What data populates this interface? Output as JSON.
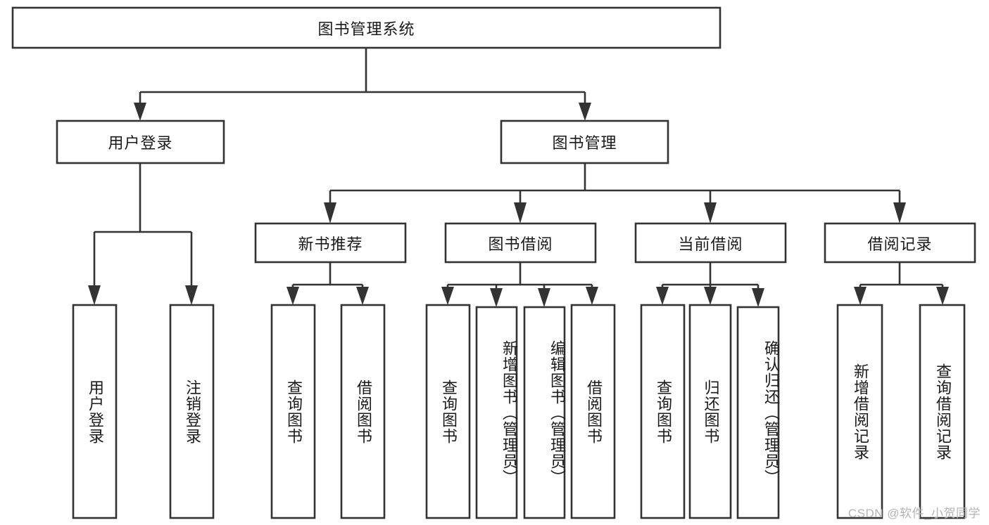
{
  "diagram": {
    "title": "图书管理系统",
    "type": "tree-hierarchy",
    "watermark": "CSDN @软件_小贺同学",
    "root": {
      "id": "root",
      "label": "图书管理系统",
      "orientation": "horizontal"
    },
    "level1": [
      {
        "id": "user-login",
        "label": "用户登录",
        "orientation": "horizontal"
      },
      {
        "id": "book-manage",
        "label": "图书管理",
        "orientation": "horizontal"
      }
    ],
    "level2": [
      {
        "id": "new-book-rec",
        "label": "新书推荐",
        "orientation": "horizontal",
        "parent": "book-manage"
      },
      {
        "id": "book-borrow",
        "label": "图书借阅",
        "orientation": "horizontal",
        "parent": "book-manage"
      },
      {
        "id": "current-borrow",
        "label": "当前借阅",
        "orientation": "horizontal",
        "parent": "book-manage"
      },
      {
        "id": "borrow-record",
        "label": "借阅记录",
        "orientation": "horizontal",
        "parent": "book-manage"
      }
    ],
    "leaves": [
      {
        "id": "leaf-user-login",
        "label": "用户登录",
        "orientation": "vertical",
        "parent": "user-login"
      },
      {
        "id": "leaf-logout",
        "label": "注销登录",
        "orientation": "vertical",
        "parent": "user-login"
      },
      {
        "id": "leaf-query-book-1",
        "label": "查询图书",
        "orientation": "vertical",
        "parent": "new-book-rec"
      },
      {
        "id": "leaf-borrow-book-1",
        "label": "借阅图书",
        "orientation": "vertical",
        "parent": "new-book-rec"
      },
      {
        "id": "leaf-query-book-2",
        "label": "查询图书",
        "orientation": "vertical",
        "parent": "book-borrow"
      },
      {
        "id": "leaf-add-book",
        "label": "新增图书（管理员）",
        "orientation": "vertical",
        "parent": "book-borrow"
      },
      {
        "id": "leaf-edit-book",
        "label": "编辑图书（管理员）",
        "orientation": "vertical",
        "parent": "book-borrow"
      },
      {
        "id": "leaf-borrow-book-2",
        "label": "借阅图书",
        "orientation": "vertical",
        "parent": "book-borrow"
      },
      {
        "id": "leaf-query-book-3",
        "label": "查询图书",
        "orientation": "vertical",
        "parent": "current-borrow"
      },
      {
        "id": "leaf-return-book",
        "label": "归还图书",
        "orientation": "vertical",
        "parent": "current-borrow"
      },
      {
        "id": "leaf-confirm-return",
        "label": "确认归还（管理员）",
        "orientation": "vertical",
        "parent": "current-borrow"
      },
      {
        "id": "leaf-add-record",
        "label": "新增借阅记录",
        "orientation": "vertical",
        "parent": "borrow-record"
      },
      {
        "id": "leaf-query-record",
        "label": "查询借阅记录",
        "orientation": "vertical",
        "parent": "borrow-record"
      }
    ],
    "colors": {
      "stroke": "#333333",
      "fill": "#ffffff",
      "text": "#1a1a1a",
      "watermark": "#b4b4b4",
      "background": "#ffffff"
    }
  }
}
